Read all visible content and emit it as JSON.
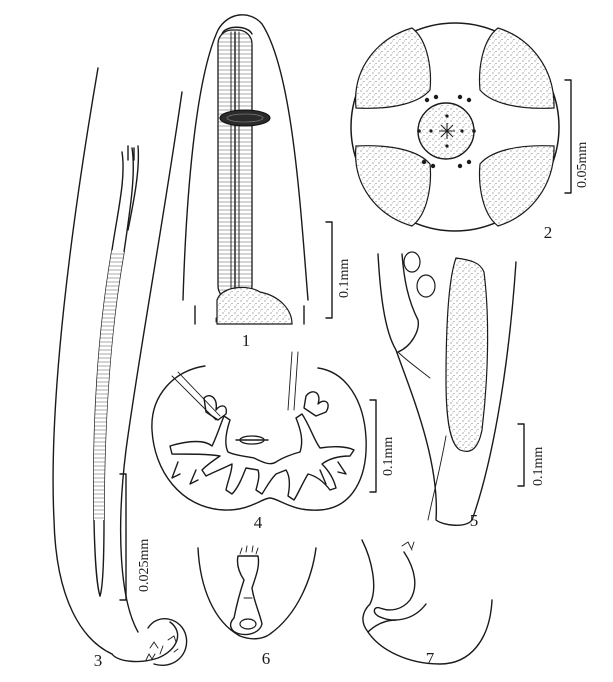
{
  "figures": [
    {
      "number": "1"
    },
    {
      "number": "2"
    },
    {
      "number": "3"
    },
    {
      "number": "4"
    },
    {
      "number": "5"
    },
    {
      "number": "6"
    },
    {
      "number": "7"
    }
  ],
  "scale_bars": {
    "fig1": "0.1mm",
    "fig2": "0.05mm",
    "fig3": "0.025mm",
    "fig4": "0.1mm",
    "fig5": "0.1mm"
  },
  "colors": {
    "ink": "#1a1a1a",
    "paper": "#ffffff"
  }
}
